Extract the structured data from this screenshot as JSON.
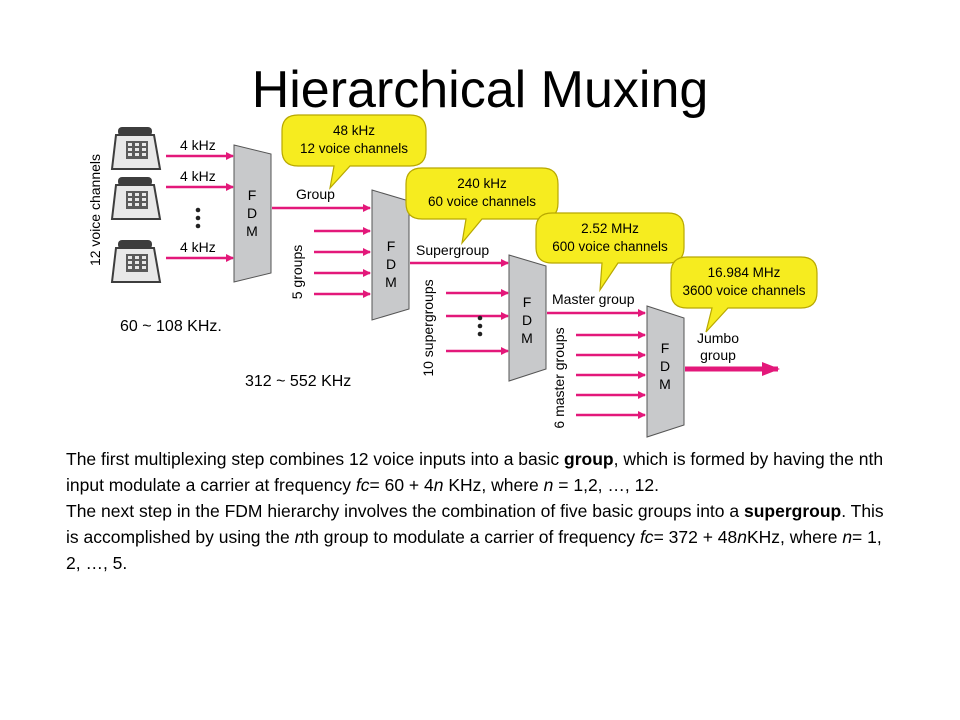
{
  "title": "Hierarchical Muxing",
  "colors": {
    "arrow": "#e3187a",
    "bubble": "#f6ec1f",
    "bubble_stroke": "#b8a800",
    "box": "#c8c9cb",
    "box_stroke": "#555555"
  },
  "icons": [
    "telephone-icon",
    "telephone-icon",
    "telephone-icon"
  ],
  "diagram": {
    "input_label": "12 voice channels",
    "input_freqs": [
      "4 kHz",
      "4 kHz",
      "4 kHz"
    ],
    "fdm_letters": [
      "F",
      "D",
      "M"
    ],
    "stage_outputs": [
      "Group",
      "Supergroup",
      "Master group",
      "Jumbo group"
    ],
    "stage_inputs": [
      "5 groups",
      "10 supergroups",
      "6 master groups"
    ],
    "bubbles": [
      {
        "freq": "48 kHz",
        "channels": "12 voice channels"
      },
      {
        "freq": "240 kHz",
        "channels": "60 voice channels"
      },
      {
        "freq": "2.52 MHz",
        "channels": "600 voice channels"
      },
      {
        "freq": "16.984 MHz",
        "channels": "3600 voice channels"
      }
    ],
    "jumbo_label_lines": [
      "Jumbo",
      "group"
    ]
  },
  "notes": {
    "group_band": "60 ~ 108 KHz.",
    "supergroup_band": "312 ~ 552 KHz"
  },
  "body": {
    "p1_a": "The first multiplexing step combines 12 voice inputs into a basic ",
    "p1_bold": "group",
    "p1_b": ", which is formed by having the nth input modulate a carrier at frequency ",
    "p1_fc": "fc",
    "p1_c": "= 60 + 4",
    "p1_n": "n",
    "p1_d": " KHz, where ",
    "p1_n2": "n",
    "p1_e": " = 1,2, …, 12.",
    "p2_a": "The next step in the FDM hierarchy involves the combination of five basic groups into a ",
    "p2_bold": "supergroup",
    "p2_b": ". This is accomplished by using the ",
    "p2_n": "n",
    "p2_c": "th group to modulate a carrier of frequency ",
    "p2_fc": "fc",
    "p2_d": "= 372 + 48",
    "p2_n2": "n",
    "p2_e": "KHz, where ",
    "p2_n3": "n",
    "p2_f": "= 1, 2, …, 5."
  }
}
